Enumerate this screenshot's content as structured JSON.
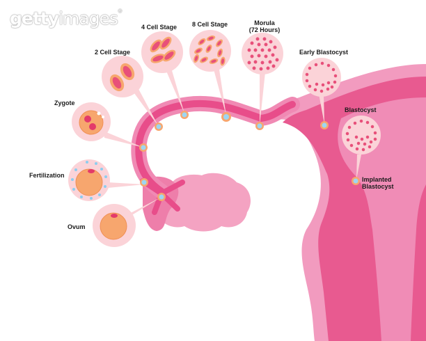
{
  "watermark": {
    "bold": "getty",
    "light": "images",
    "mark": "®"
  },
  "colors": {
    "uterus_outer": "#f29bbf",
    "uterus_muscle": "#e85a90",
    "uterus_lining": "#f08cb6",
    "tube_outer": "#f08ab4",
    "tube_inner": "#e84d8a",
    "ovary": "#f4a3c2",
    "bubble_bg": "#fbd3d8",
    "cell_orange": "#f7a66e",
    "cell_outline": "#f08f54",
    "nucleus": "#e33a6a",
    "sperm": "#8ccdef",
    "embryo_dot_core": "#9dd6f2",
    "label_text": "#1a1a1a"
  },
  "stages": [
    {
      "id": "ovum",
      "label": "Ovum"
    },
    {
      "id": "fertilization",
      "label": "Fertilization"
    },
    {
      "id": "zygote",
      "label": "Zygote"
    },
    {
      "id": "two-cell",
      "label": "2 Cell Stage"
    },
    {
      "id": "four-cell",
      "label": "4 Cell Stage"
    },
    {
      "id": "eight-cell",
      "label": "8 Cell Stage"
    },
    {
      "id": "morula",
      "label": "Morula",
      "sublabel": "(72 Hours)"
    },
    {
      "id": "early-blastocyst",
      "label": "Early Blastocyst"
    },
    {
      "id": "blastocyst",
      "label": "Blastocyst"
    },
    {
      "id": "implanted-blastocyst",
      "label": "Implanted",
      "sublabel": "Blastocyst"
    }
  ]
}
